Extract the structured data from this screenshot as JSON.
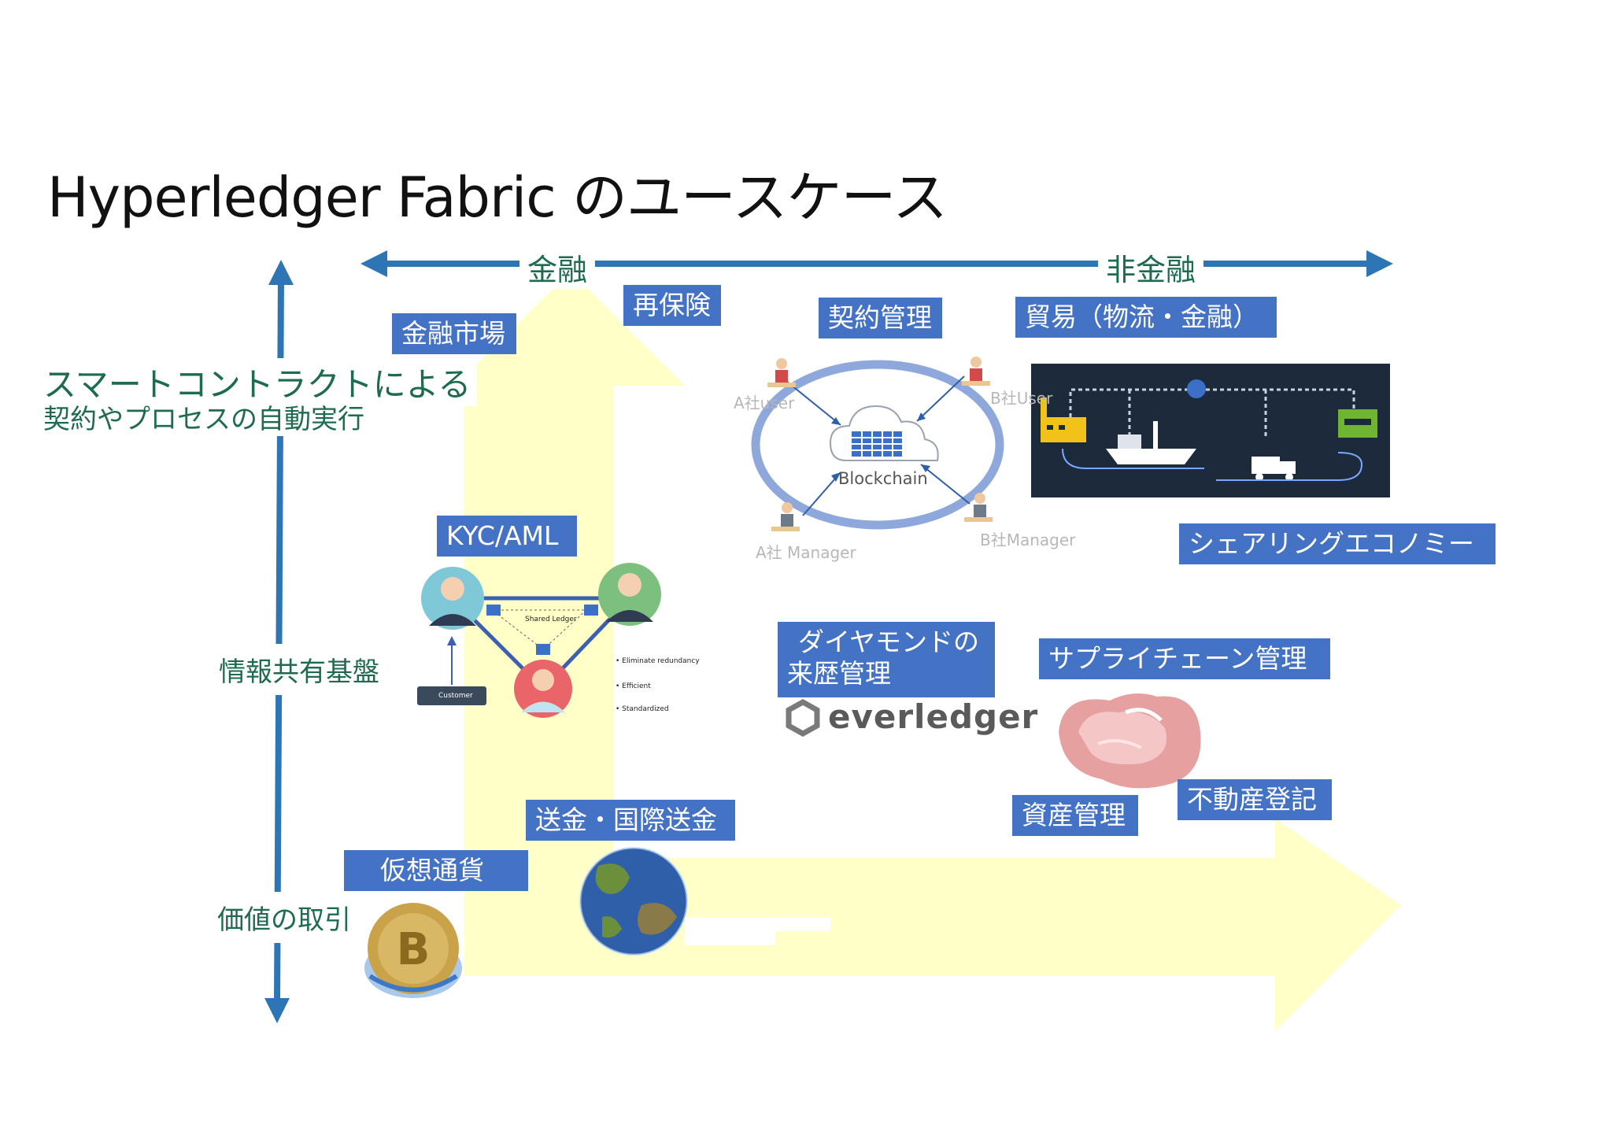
{
  "title": "Hyperledger Fabric のユースケース",
  "axes": {
    "horizontal_left": "金融",
    "horizontal_right": "非金融",
    "vertical_top_line1": "スマートコントラクトによる",
    "vertical_top_line2": "契約やプロセスの自動実行",
    "vertical_middle": "情報共有基盤",
    "vertical_bottom": "価値の取引"
  },
  "use_cases": {
    "financial_market": "金融市場",
    "reinsurance": "再保険",
    "contract_management": "契約管理",
    "trade": "貿易（物流・金融）",
    "sharing_economy": "シェアリングエコノミー",
    "kyc_aml": "KYC/AML",
    "diamond_line1": "ダイヤモンドの",
    "diamond_line2": "来歴管理",
    "supply_chain": "サプライチェーン管理",
    "remittance": "送金・国際送金",
    "asset_management": "資産管理",
    "real_estate": "不動産登記",
    "crypto": "仮想通貨"
  },
  "contract_diagram": {
    "center": "Blockchain",
    "a_user": "A社user",
    "b_user": "B社User",
    "a_manager": "A社 Manager",
    "b_manager": "B社Manager"
  },
  "kyc_diagram": {
    "shared_ledger": "Shared Ledger",
    "customer": "Customer",
    "bullets": [
      "Eliminate redundancy",
      "Efficient",
      "Standardized"
    ]
  },
  "logos": {
    "everledger": "everledger"
  },
  "colors": {
    "tag_bg": "#4472c4",
    "axis_arrow": "#2e75b6",
    "axis_text": "#1e6b52",
    "highlight_arrow": "#ffffc8"
  }
}
